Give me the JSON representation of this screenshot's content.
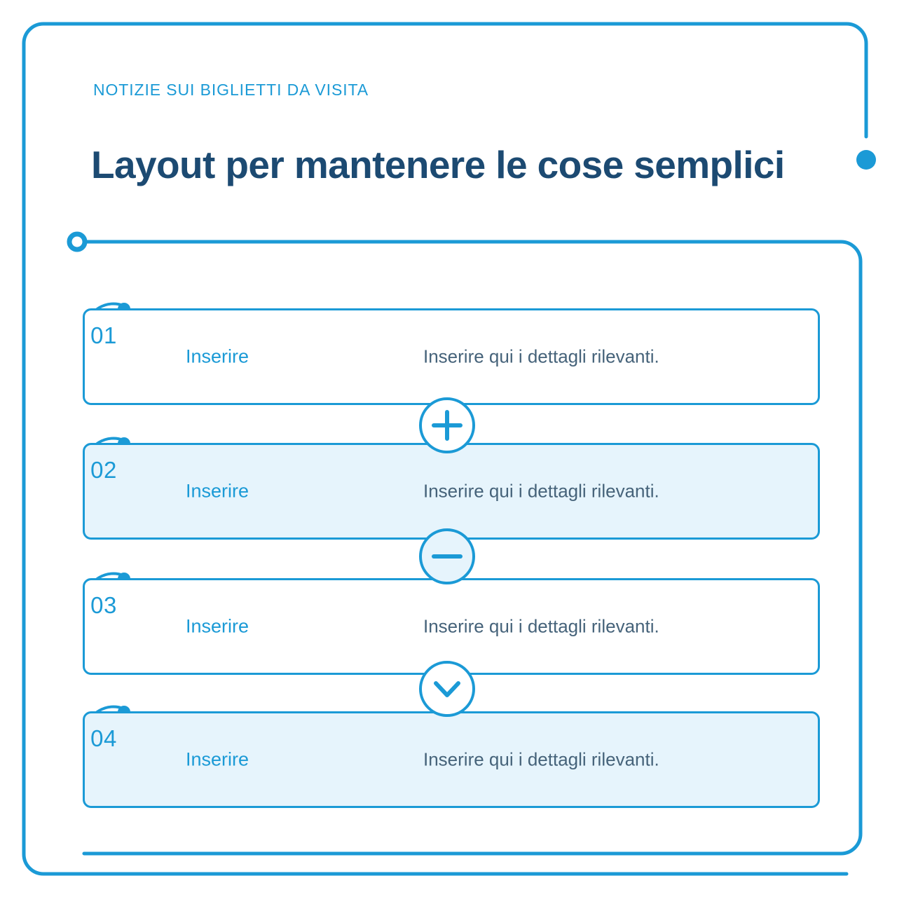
{
  "theme": {
    "accent": "#1B9AD6",
    "headline_color": "#1C4A72",
    "detail_text_color": "#46637A",
    "row_tint": "#E6F4FC",
    "page_background": "#FFFFFF"
  },
  "header": {
    "eyebrow": "NOTIZIE SUI BIGLIETTI DA VISITA",
    "title": "Layout per mantenere le cose semplici"
  },
  "rows": [
    {
      "number": "01",
      "label": "Inserire",
      "detail": "Inserire qui i dettagli rilevanti.",
      "tint": false
    },
    {
      "number": "02",
      "label": "Inserire",
      "detail": "Inserire qui i dettagli rilevanti.",
      "tint": true
    },
    {
      "number": "03",
      "label": "Inserire",
      "detail": "Inserire qui i dettagli rilevanti.",
      "tint": false
    },
    {
      "number": "04",
      "label": "Inserire",
      "detail": "Inserire qui i dettagli rilevanti.",
      "tint": true
    }
  ],
  "connectors": [
    {
      "icon": "plus-icon"
    },
    {
      "icon": "minus-icon"
    },
    {
      "icon": "chevron-down-icon"
    }
  ]
}
